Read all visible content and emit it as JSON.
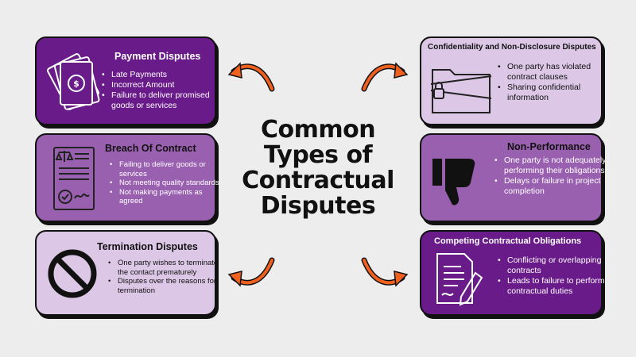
{
  "title_lines": [
    "Common",
    "Types of",
    "Contractual",
    "Disputes"
  ],
  "colors": {
    "dark_purple": "#6a1b8a",
    "mid_purple": "#9a60b0",
    "light_purple": "#dcc7e6",
    "arrow_orange": "#f0601e"
  },
  "cards": {
    "payment": {
      "title": "Payment Disputes",
      "icon": "money-bills-icon",
      "items": [
        "Late Payments",
        "Incorrect Amount",
        "Failure to deliver promised goods or services"
      ]
    },
    "breach": {
      "title": "Breach Of Contract",
      "icon": "contract-document-icon",
      "items": [
        "Failing to deliver goods or services",
        "Not meeting quality standards",
        "Not making payments as agreed"
      ]
    },
    "termination": {
      "title": "Termination Disputes",
      "icon": "prohibited-icon",
      "items": [
        "One party wishes to terminate the contact prematurely",
        "Disputes over the reasons for termination"
      ]
    },
    "confidentiality": {
      "title": "Confidentiality and Non-Disclosure Disputes",
      "icon": "locked-folder-icon",
      "items": [
        "One party has violated contract clauses",
        "Sharing confidential information"
      ]
    },
    "nonperformance": {
      "title": "Non-Performance",
      "icon": "thumbs-down-icon",
      "items": [
        "One party is not adequately performing their obligations",
        "Delays or failure in project completion"
      ]
    },
    "competing": {
      "title": "Competing Contractual Obligations",
      "icon": "document-signing-icon",
      "items": [
        "Conflicting or overlapping contracts",
        "Leads to failure to perform contractual duties"
      ]
    }
  }
}
